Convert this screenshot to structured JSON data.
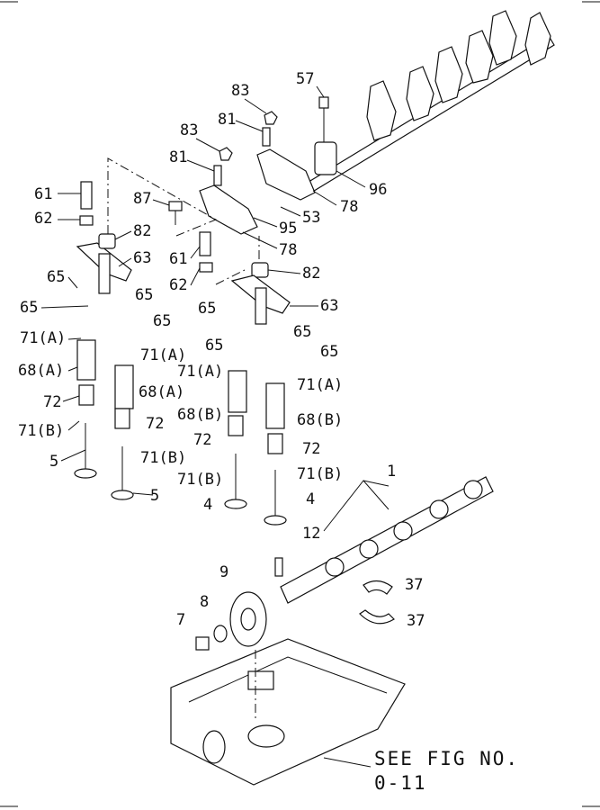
{
  "labels": {
    "p57": "57",
    "p83a": "83",
    "p81a": "81",
    "p83b": "83",
    "p81b": "81",
    "p96": "96",
    "p78a": "78",
    "p53": "53",
    "p87": "87",
    "p95": "95",
    "p78b": "78",
    "p61a": "61",
    "p62a": "62",
    "p82a": "82",
    "p63a": "63",
    "p65a": "65",
    "p65b": "65",
    "p65c": "65",
    "p65d": "65",
    "p71a": "71(A)",
    "p71b": "71(A)",
    "p68a": "68(A)",
    "p68b": "68(A)",
    "p72a": "72",
    "p72b": "72",
    "p71c": "71(B)",
    "p71d": "71(B)",
    "p5a": "5",
    "p5b": "5",
    "p61b": "61",
    "p62b": "62",
    "p82b": "82",
    "p63b": "63",
    "p65e": "65",
    "p65f": "65",
    "p65g": "65",
    "p65h": "65",
    "p71e": "71(A)",
    "p71f": "71(A)",
    "p68c": "68(B)",
    "p68d": "68(B)",
    "p72c": "72",
    "p72d": "72",
    "p71g": "71(B)",
    "p71h": "71(B)",
    "p4a": "4",
    "p4b": "4",
    "p1": "1",
    "p12": "12",
    "p37a": "37",
    "p37b": "37",
    "p9": "9",
    "p8": "8",
    "p7": "7"
  },
  "reference": {
    "line1": "SEE FIG NO.",
    "line2": "0-11"
  }
}
